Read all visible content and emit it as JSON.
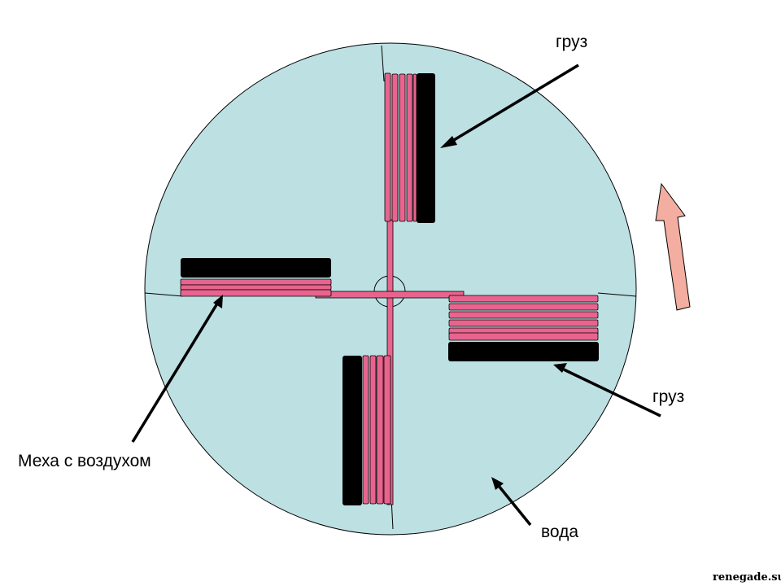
{
  "labels": {
    "load_top": "груз",
    "load_right": "груз",
    "bellows": "Меха с воздухом",
    "water": "вода"
  },
  "watermark": "renegade.su",
  "colors": {
    "water": "#bde0e3",
    "bellows_pink": "#e8648e",
    "weight_black": "#000000",
    "rotation_arrow": "#f4aea1",
    "outline": "#000000"
  }
}
